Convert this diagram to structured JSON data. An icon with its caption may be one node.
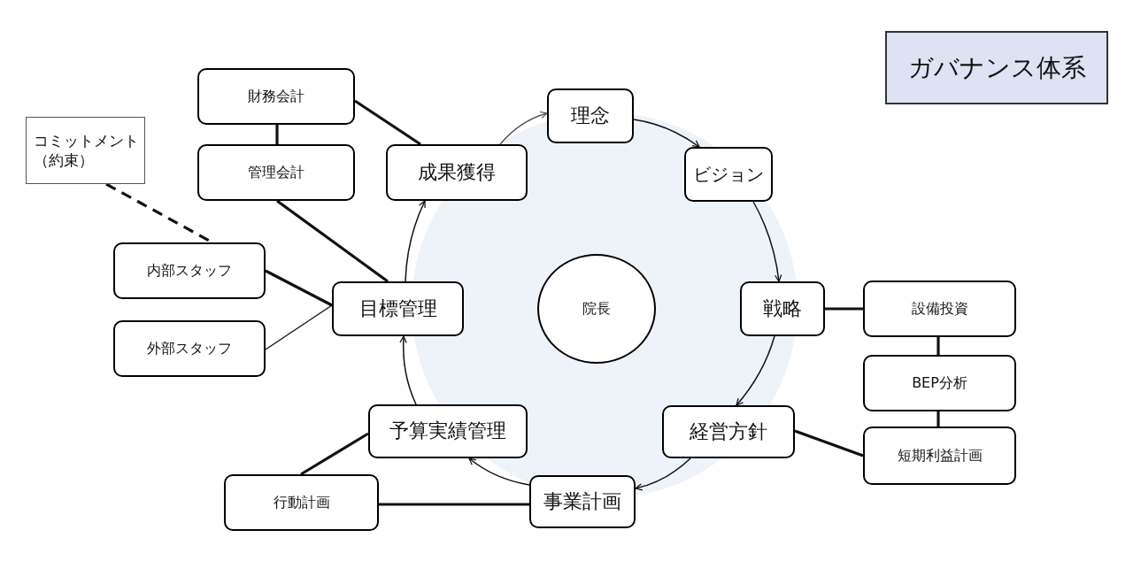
{
  "diagram": {
    "title": "ガバナンス体系",
    "nodes": [
      {
        "text": [
          "理念"
        ]
      },
      {
        "text": [
          "ビジョン"
        ]
      },
      {
        "text": [
          "戦略"
        ]
      },
      {
        "text": [
          "経営方針"
        ]
      },
      {
        "text": [
          "事業計画"
        ]
      },
      {
        "text": [
          "予算実績管理"
        ]
      },
      {
        "text": [
          "目標管理"
        ]
      },
      {
        "text": [
          "成果獲得"
        ]
      },
      {
        "text": [
          "院長"
        ]
      },
      {
        "text": [
          "財務会計"
        ]
      },
      {
        "text": [
          "管理会計"
        ]
      },
      {
        "text": [
          "コミットメント（約束）"
        ]
      },
      {
        "text": [
          "内部スタッフ"
        ]
      },
      {
        "text": [
          "外部スタッフ"
        ]
      },
      {
        "text": [
          "設備投資"
        ]
      },
      {
        "text": [
          "BEP分析"
        ]
      },
      {
        "text": [
          "短期利益計画"
        ]
      },
      {
        "text": [
          "行動計画"
        ]
      }
    ],
    "edges": [
      {
        "from": 0,
        "to": 1,
        "arrow": "to"
      },
      {
        "from": 1,
        "to": 2,
        "arrow": "to"
      },
      {
        "from": 2,
        "to": 3,
        "arrow": "to"
      },
      {
        "from": 3,
        "to": 4,
        "arrow": "to"
      },
      {
        "from": 4,
        "to": 5,
        "arrow": "to"
      },
      {
        "from": 5,
        "to": 6,
        "arrow": "to"
      },
      {
        "from": 6,
        "to": 7,
        "arrow": "to"
      },
      {
        "from": 7,
        "to": 0,
        "arrow": "to",
        "color": "#595959"
      },
      {
        "from": 7,
        "to": 9,
        "arrow": "none"
      },
      {
        "from": 9,
        "to": 10,
        "arrow": "none"
      },
      {
        "from": 10,
        "to": 6,
        "arrow": "none"
      },
      {
        "from": 12,
        "to": 6,
        "arrow": "none"
      },
      {
        "from": 13,
        "to": 6,
        "arrow": "none"
      },
      {
        "from": 11,
        "to": 12,
        "arrow": "none",
        "style": "dashed"
      },
      {
        "from": 2,
        "to": 14,
        "arrow": "none"
      },
      {
        "from": 14,
        "to": 15,
        "arrow": "none"
      },
      {
        "from": 15,
        "to": 16,
        "arrow": "none"
      },
      {
        "from": 3,
        "to": 16,
        "arrow": "none"
      },
      {
        "from": 5,
        "to": 17,
        "arrow": "none"
      },
      {
        "from": 17,
        "to": 4,
        "arrow": "none"
      }
    ]
  }
}
